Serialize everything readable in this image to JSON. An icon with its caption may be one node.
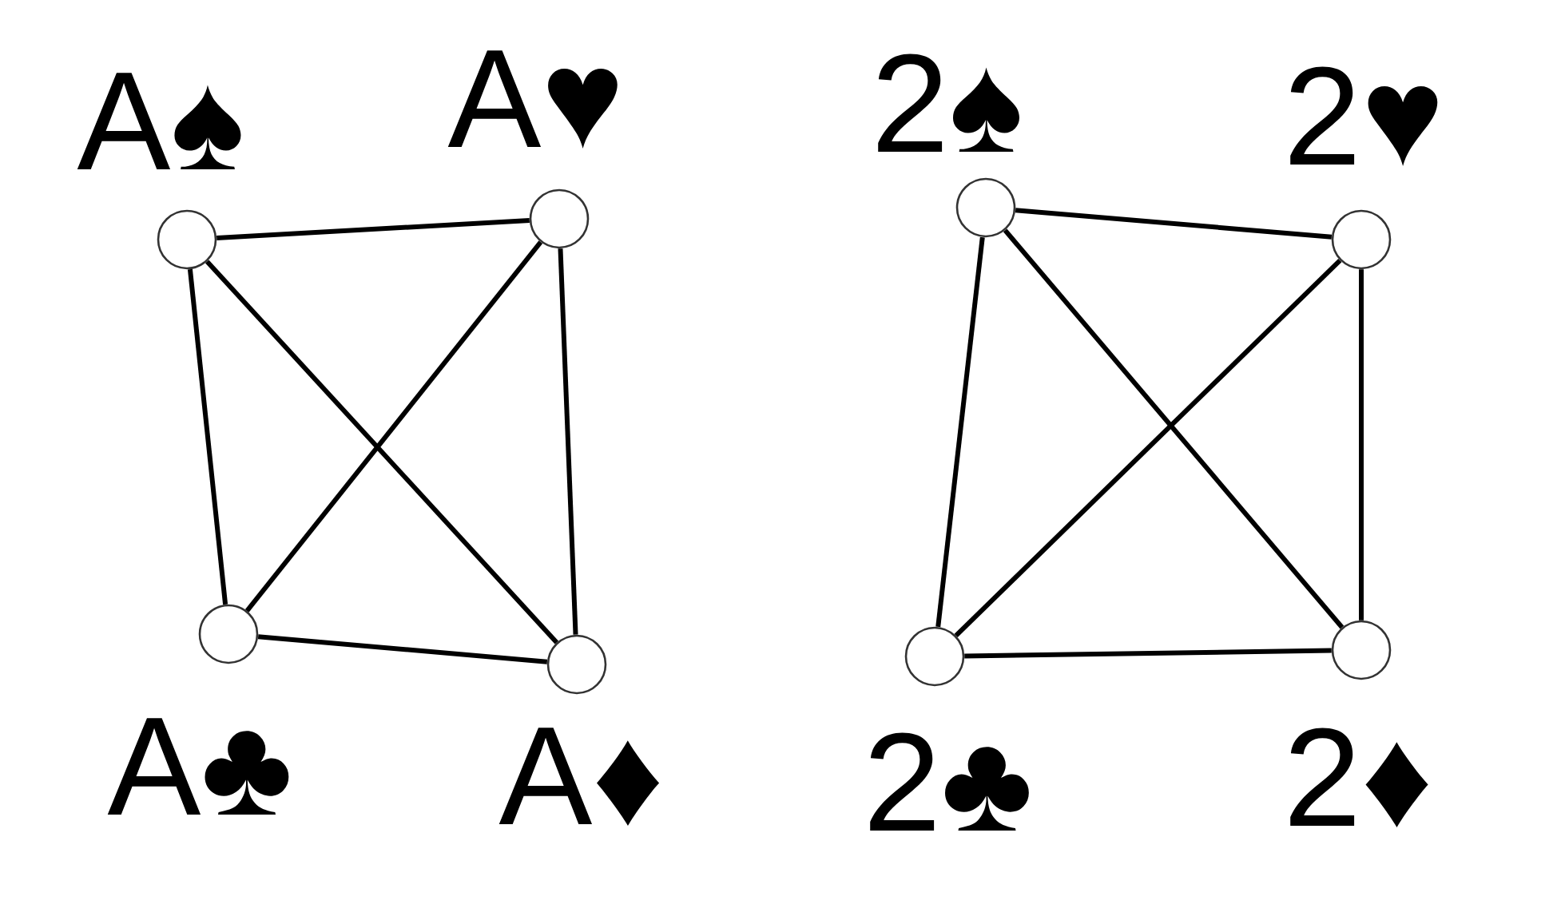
{
  "diagram": {
    "nodes": [
      {
        "text": [],
        "shape": "circle",
        "beside": [
          "A♠"
        ]
      },
      {
        "text": [],
        "shape": "circle",
        "beside": [
          "A♥"
        ]
      },
      {
        "text": [],
        "shape": "circle",
        "beside": [
          "A♣"
        ]
      },
      {
        "text": [],
        "shape": "circle",
        "beside": [
          "A♦"
        ]
      },
      {
        "text": [],
        "shape": "circle",
        "beside": [
          "2♠"
        ]
      },
      {
        "text": [],
        "shape": "circle",
        "beside": [
          "2♥"
        ]
      },
      {
        "text": [],
        "shape": "circle",
        "beside": [
          "2♣"
        ]
      },
      {
        "text": [],
        "shape": "circle",
        "beside": [
          "2♦"
        ]
      }
    ],
    "edges": [
      {
        "from": 0,
        "to": 1,
        "arrow": "none"
      },
      {
        "from": 0,
        "to": 2,
        "arrow": "none"
      },
      {
        "from": 0,
        "to": 3,
        "arrow": "none"
      },
      {
        "from": 1,
        "to": 2,
        "arrow": "none"
      },
      {
        "from": 1,
        "to": 3,
        "arrow": "none"
      },
      {
        "from": 2,
        "to": 3,
        "arrow": "none"
      },
      {
        "from": 4,
        "to": 5,
        "arrow": "none"
      },
      {
        "from": 4,
        "to": 6,
        "arrow": "none"
      },
      {
        "from": 4,
        "to": 7,
        "arrow": "none"
      },
      {
        "from": 5,
        "to": 6,
        "arrow": "none"
      },
      {
        "from": 5,
        "to": 7,
        "arrow": "none"
      },
      {
        "from": 6,
        "to": 7,
        "arrow": "none"
      }
    ]
  }
}
